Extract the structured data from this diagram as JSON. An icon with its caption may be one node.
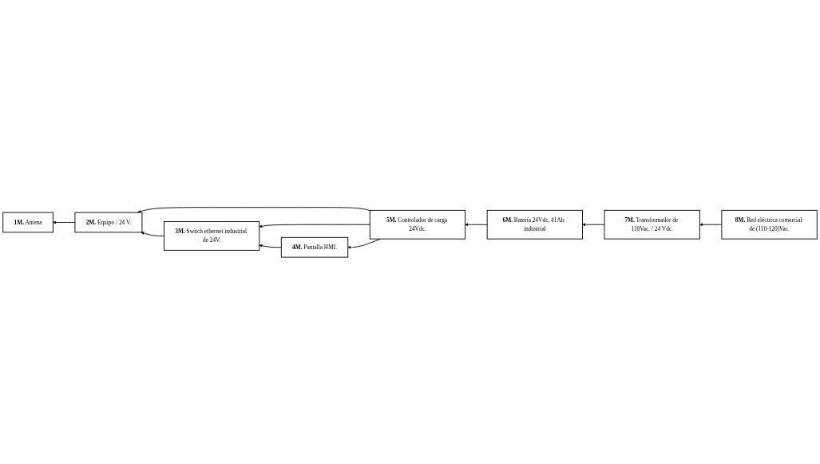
{
  "diagram": {
    "nodes": [
      {
        "text": [
          "1M. Antena"
        ]
      },
      {
        "text": [
          "2M. Equipo / 24 V."
        ]
      },
      {
        "text": [
          "3M. Switch ethernet industrial de 24V."
        ]
      },
      {
        "text": [
          "4M. Pantalla HMI."
        ]
      },
      {
        "text": [
          "5M. Controlador de carga 24Vdc."
        ]
      },
      {
        "text": [
          "6M. Batería 24Vdc, 41Ah. industrial"
        ]
      },
      {
        "text": [
          "7M. Transformador de 110Vac. / 24 Vdc."
        ]
      },
      {
        "text": [
          "8M. Red eléctrica comercial de (110-120)Vac."
        ]
      }
    ],
    "edges": [
      {
        "from": 1,
        "to": 0,
        "arrow": "to"
      },
      {
        "from": 4,
        "to": 1,
        "arrow": "to"
      },
      {
        "from": 2,
        "to": 1,
        "arrow": "to"
      },
      {
        "from": 4,
        "to": 2,
        "arrow": "to"
      },
      {
        "from": 6,
        "to": 5,
        "arrow": "to"
      },
      {
        "from": 7,
        "to": 6,
        "arrow": "to"
      },
      {
        "from": 5,
        "to": 4,
        "arrow": "to"
      },
      {
        "from": 3,
        "to": 2,
        "arrow": "to"
      },
      {
        "from": 4,
        "to": 3,
        "arrow": "to"
      }
    ]
  }
}
